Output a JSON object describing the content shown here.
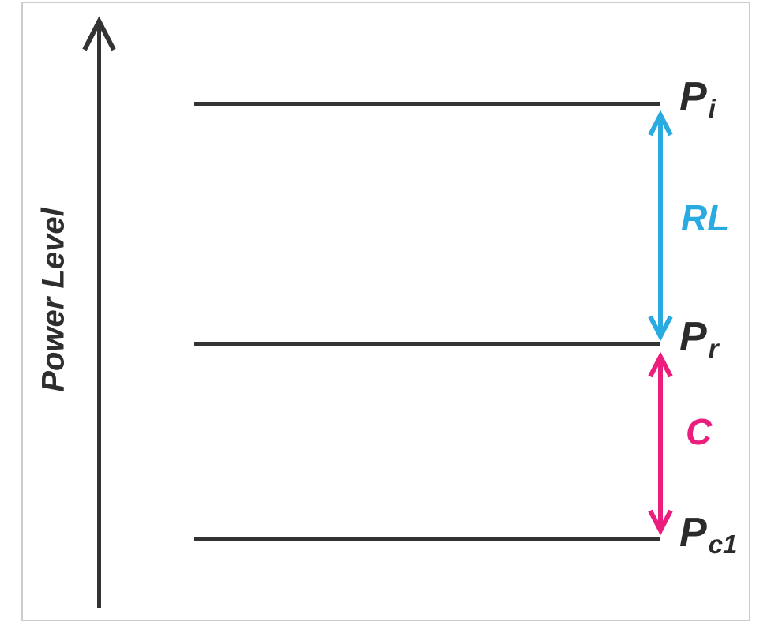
{
  "figure": {
    "y_axis_label": "Power Level",
    "levels": [
      {
        "name": "incident-power",
        "main": "P",
        "sub": "i"
      },
      {
        "name": "reflected-power",
        "main": "P",
        "sub": "r"
      },
      {
        "name": "coupled-power",
        "main": "P",
        "sub": "c1"
      }
    ],
    "spans": [
      {
        "name": "return-loss",
        "label": "RL",
        "color": "#29abe2"
      },
      {
        "name": "coupling",
        "label": "C",
        "color": "#eb1e7e"
      }
    ],
    "colors": {
      "ink": "#333333",
      "return_loss": "#29abe2",
      "coupling": "#eb1e7e",
      "frame_border": "#cccccc"
    }
  }
}
